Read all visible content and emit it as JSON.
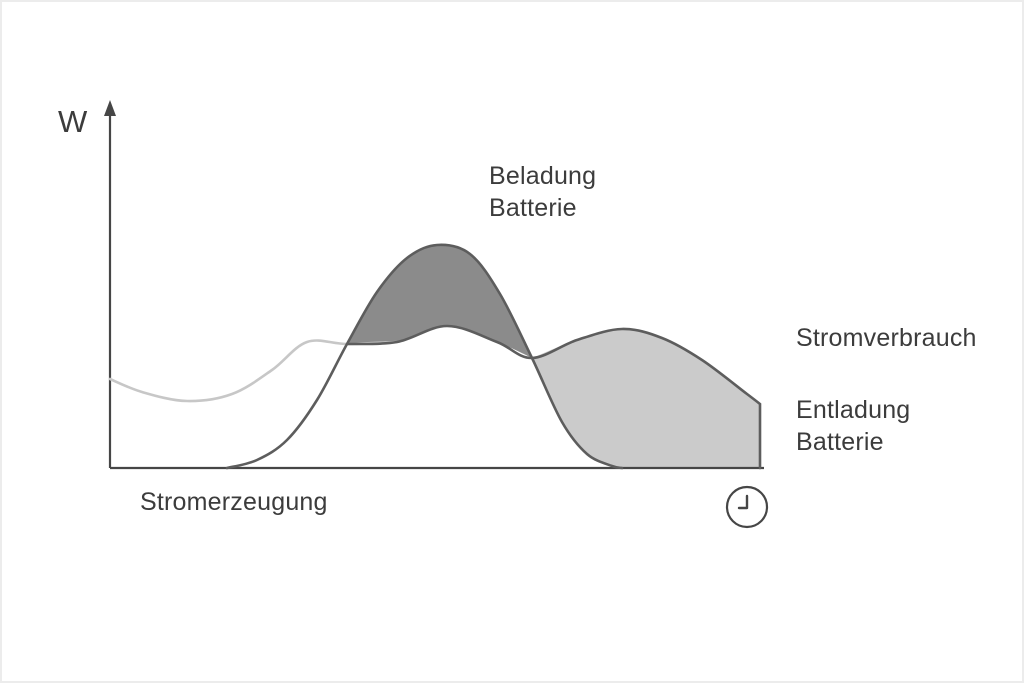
{
  "diagram": {
    "labels": {
      "y_axis": "W",
      "charging": "Beladung\nBatterie",
      "consumption": "Stromverbrauch",
      "discharge": "Entladung\nBatterie",
      "generation": "Stromerzeugung"
    },
    "icons": {
      "x_axis_end": "clock-icon"
    }
  },
  "colors": {
    "charge_area": "#8b8b8b",
    "discharge_area": "#cbcbcb",
    "curve_dark": "#5d5d5d",
    "curve_light": "#c7c7c7",
    "axis": "#464646",
    "text": "#3c3c3c",
    "background": "#ffffff"
  },
  "chart_data": {
    "type": "area",
    "title": "",
    "ylabel": "W",
    "xlabel_symbol": "clock (time axis, no numeric ticks)",
    "units": "schematic pixel coordinates, no numeric scale shown",
    "axis": {
      "origin": [
        108,
        466
      ],
      "x_end": [
        762,
        466
      ],
      "y_end": [
        108,
        100
      ]
    },
    "series": [
      {
        "name": "Stromerzeugung",
        "style": "dark-curve",
        "points": [
          [
            225,
            466
          ],
          [
            255,
            458
          ],
          [
            285,
            438
          ],
          [
            315,
            398
          ],
          [
            345,
            342
          ],
          [
            375,
            290
          ],
          [
            405,
            256
          ],
          [
            435,
            243
          ],
          [
            468,
            252
          ],
          [
            498,
            292
          ],
          [
            530,
            356
          ],
          [
            560,
            420
          ],
          [
            585,
            452
          ],
          [
            610,
            464
          ],
          [
            620,
            466
          ]
        ]
      },
      {
        "name": "Stromverbrauch",
        "style": "light-then-dark-curve",
        "points": [
          [
            108,
            377
          ],
          [
            140,
            390
          ],
          [
            185,
            399
          ],
          [
            230,
            392
          ],
          [
            270,
            368
          ],
          [
            305,
            340
          ],
          [
            345,
            342
          ],
          [
            395,
            340
          ],
          [
            445,
            324
          ],
          [
            495,
            340
          ],
          [
            530,
            356
          ],
          [
            575,
            338
          ],
          [
            620,
            327
          ],
          [
            660,
            336
          ],
          [
            700,
            358
          ],
          [
            745,
            392
          ],
          [
            758,
            402
          ]
        ],
        "end_drop_to": [
          758,
          466
        ]
      }
    ],
    "regions": [
      {
        "name": "Beladung Batterie",
        "meaning": "Stromerzeugung over Stromverbrauch",
        "x_range": [
          345,
          530
        ],
        "fill": "charge_area"
      },
      {
        "name": "Entladung Batterie",
        "meaning": "Stromverbrauch over Stromerzeugung",
        "x_range": [
          530,
          758
        ],
        "fill": "discharge_area"
      }
    ],
    "split_indices": {
      "consumption_light_to_dark": 6,
      "consumption_b": 10,
      "generation_a": 4,
      "generation_b": 10,
      "generation_axis_touch": 14
    },
    "clock_icon": {
      "cx": 745,
      "cy": 505,
      "r": 20
    }
  }
}
